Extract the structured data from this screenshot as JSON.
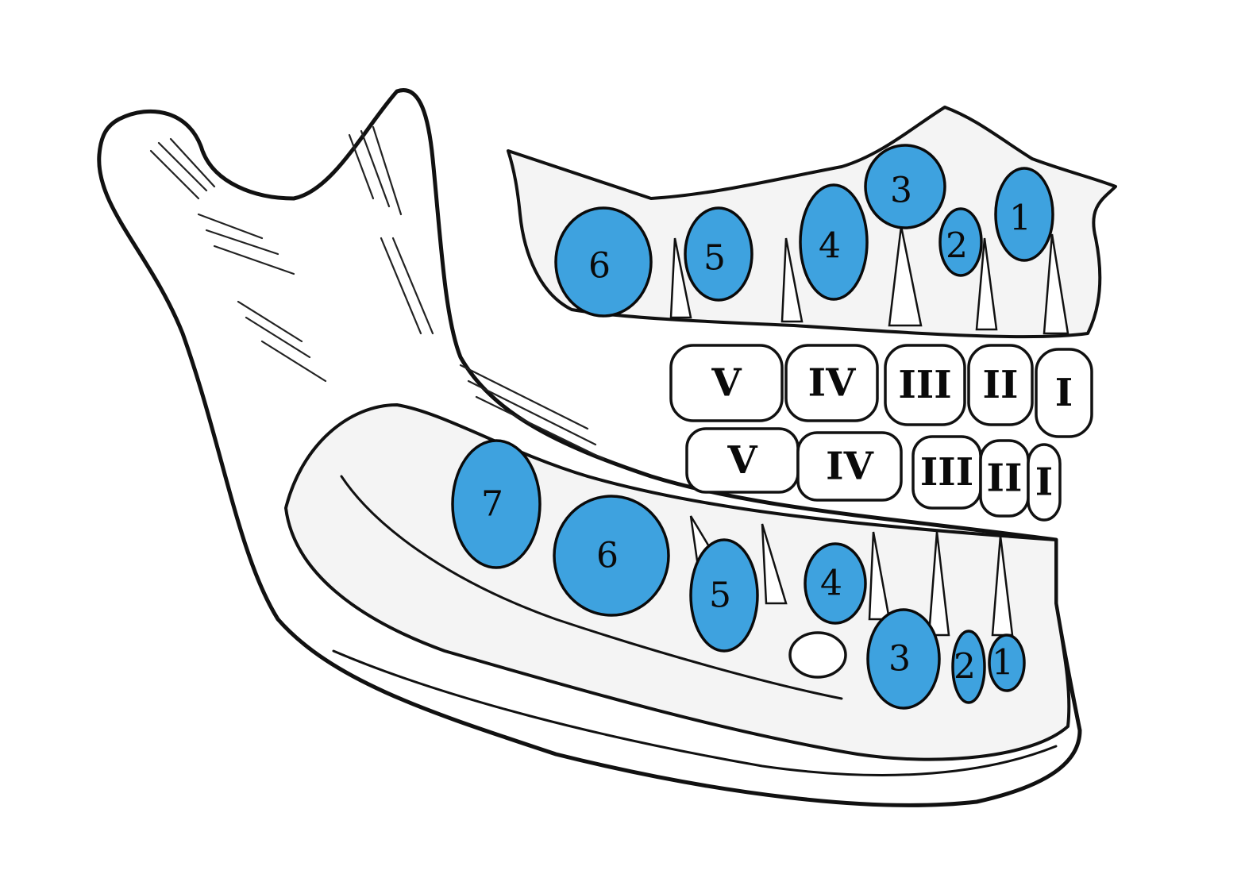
{
  "colors": {
    "permanent_tooth": "#3ea2df",
    "deciduous_tooth": "#ffffff",
    "outline": "#111111",
    "background": "#ffffff"
  },
  "upper_permanent": [
    {
      "id": "u6",
      "label": "6"
    },
    {
      "id": "u5",
      "label": "5"
    },
    {
      "id": "u4",
      "label": "4"
    },
    {
      "id": "u3",
      "label": "3"
    },
    {
      "id": "u2",
      "label": "2"
    },
    {
      "id": "u1",
      "label": "1"
    }
  ],
  "lower_permanent": [
    {
      "id": "l7",
      "label": "7"
    },
    {
      "id": "l6",
      "label": "6"
    },
    {
      "id": "l5",
      "label": "5"
    },
    {
      "id": "l4",
      "label": "4"
    },
    {
      "id": "l3",
      "label": "3"
    },
    {
      "id": "l2",
      "label": "2"
    },
    {
      "id": "l1",
      "label": "1"
    }
  ],
  "upper_deciduous": [
    {
      "id": "uV",
      "label": "V"
    },
    {
      "id": "uIV",
      "label": "IV"
    },
    {
      "id": "uIII",
      "label": "III"
    },
    {
      "id": "uII",
      "label": "II"
    },
    {
      "id": "uI",
      "label": "I"
    }
  ],
  "lower_deciduous": [
    {
      "id": "lV",
      "label": "V"
    },
    {
      "id": "lIV",
      "label": "IV"
    },
    {
      "id": "lIII",
      "label": "III"
    },
    {
      "id": "lII",
      "label": "II"
    },
    {
      "id": "lI",
      "label": "I"
    }
  ]
}
